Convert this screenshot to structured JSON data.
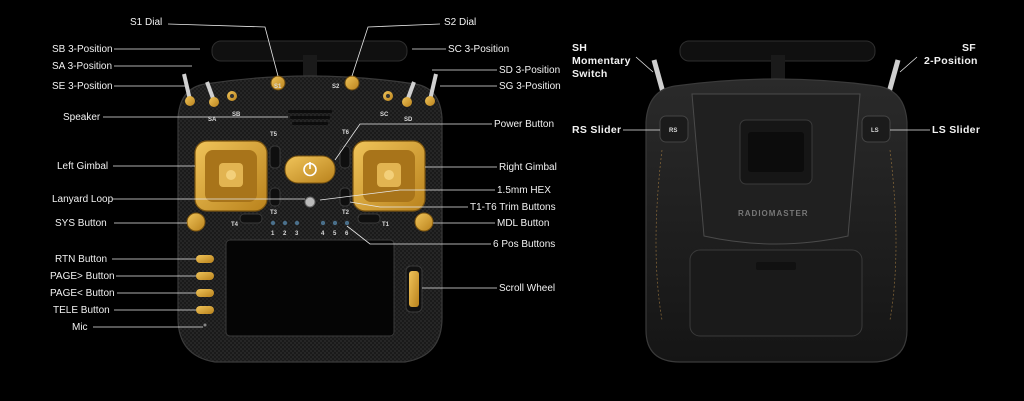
{
  "front_callouts": {
    "s1_dial": "S1 Dial",
    "s2_dial": "S2 Dial",
    "sb_3pos": "SB 3-Position",
    "sa_3pos": "SA 3-Position",
    "se_3pos": "SE 3-Position",
    "sc_3pos": "SC 3-Position",
    "sd_3pos": "SD 3-Position",
    "sg_3pos": "SG 3-Position",
    "speaker": "Speaker",
    "power_button": "Power Button",
    "left_gimbal": "Left Gimbal",
    "right_gimbal": "Right Gimbal",
    "hex": "1.5mm HEX",
    "lanyard_loop": "Lanyard Loop",
    "trim_buttons": "T1-T6  Trim Buttons",
    "sys_button": "SYS Button",
    "mdl_button": "MDL Button",
    "six_pos_buttons": "6 Pos Buttons",
    "rtn_button": "RTN Button",
    "page_next_button": "PAGE> Button",
    "page_prev_button": "PAGE< Button",
    "tele_button": "TELE Button",
    "scroll_wheel": "Scroll Wheel",
    "mic": "Mic"
  },
  "front_markings": {
    "s1": "S1",
    "s2": "S2",
    "sa": "SA",
    "sb": "SB",
    "sc": "SC",
    "sd": "SD",
    "t1": "T1",
    "t2": "T2",
    "t3": "T3",
    "t4": "T4",
    "t5": "T5",
    "t6": "T6",
    "n1": "1",
    "n2": "2",
    "n3": "3",
    "n4": "4",
    "n5": "5",
    "n6": "6"
  },
  "back_callouts": {
    "sh_line1": "SH",
    "sh_line2": "Momentary",
    "sh_line3": "Switch",
    "sf_line1": "SF",
    "sf_line2": "2-Position",
    "rs_slider": "RS Slider",
    "ls_slider": "LS Slider"
  },
  "back_markings": {
    "rs": "RS",
    "ls": "LS",
    "brand": "RADIOMASTER"
  },
  "colors": {
    "background": "#000000",
    "gold": "#d4a02a",
    "carbon": "#1c1c1c",
    "label": "#f2f2f2"
  }
}
